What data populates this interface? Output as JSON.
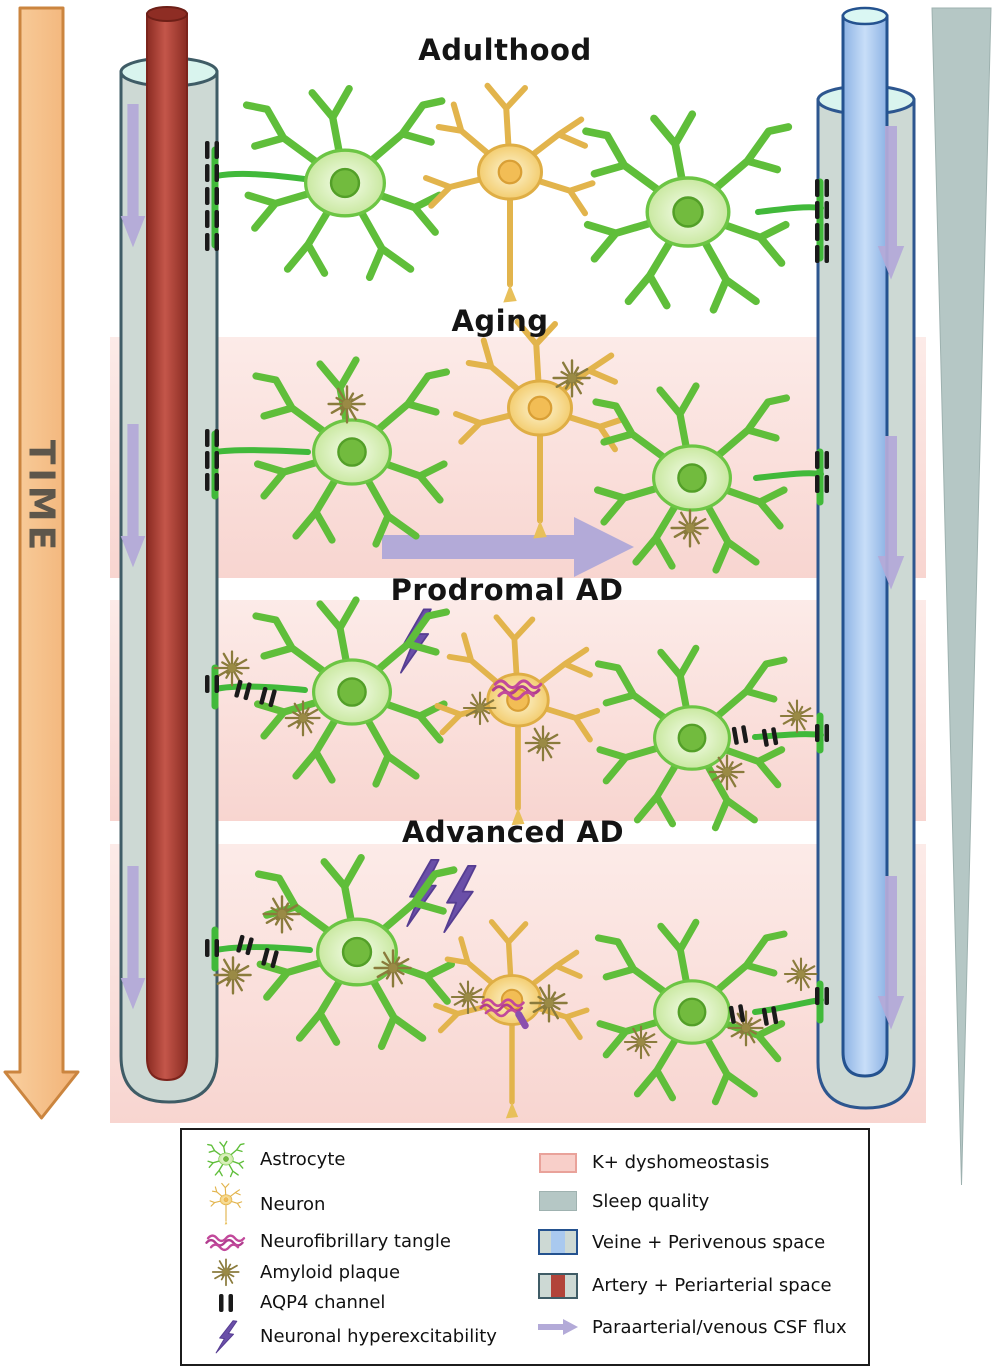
{
  "figure": {
    "time_label": "TIME",
    "stages": [
      {
        "id": "adulthood",
        "title": "Adulthood"
      },
      {
        "id": "aging",
        "title": "Aging"
      },
      {
        "id": "prodromal",
        "title": "Prodromal AD"
      },
      {
        "id": "advanced",
        "title": "Advanced AD"
      }
    ]
  },
  "legend": {
    "left_items": [
      {
        "icon": "astrocyte-icon",
        "label": "Astrocyte"
      },
      {
        "icon": "neuron-icon",
        "label": "Neuron"
      },
      {
        "icon": "neurofibrillary-tangle-icon",
        "label": "Neurofibrillary tangle"
      },
      {
        "icon": "amyloid-plaque-icon",
        "label": "Amyloid plaque"
      },
      {
        "icon": "aqp4-channel-icon",
        "label": "AQP4 channel"
      },
      {
        "icon": "neuronal-hyperexcitability-icon",
        "label": "Neuronal hyperexcitability"
      }
    ],
    "right_items": [
      {
        "icon": "k-dyshomeostasis-swatch",
        "label": "K+ dyshomeostasis"
      },
      {
        "icon": "sleep-quality-swatch",
        "label": "Sleep quality"
      },
      {
        "icon": "vein-perivenous-swatch",
        "label": "Veine + Perivenous space"
      },
      {
        "icon": "artery-periarterial-swatch",
        "label": "Artery + Periarterial space"
      },
      {
        "icon": "csf-flux-arrow-icon",
        "label": "Paraarterial/venous  CSF flux"
      }
    ]
  },
  "colors": {
    "time_arrow": "#f6c18c",
    "time_arrow_border": "#cb853f",
    "artery": "#b2443a",
    "vein": "#a9c9ef",
    "perivascular_space": "#cdd9d4",
    "k_dyshomeostasis_panel": "#f8d5d0",
    "sleep_quality": "#b5c7c5",
    "csf_flux_arrow": "#b3aad8",
    "astrocyte": "#5fbe3a",
    "neuron": "#e2b44c",
    "amyloid_plaque": "#8a7b3c",
    "neurofibrillary_tangle": "#c2499b",
    "hyperexcitability_bolt": "#6a4fa8"
  }
}
